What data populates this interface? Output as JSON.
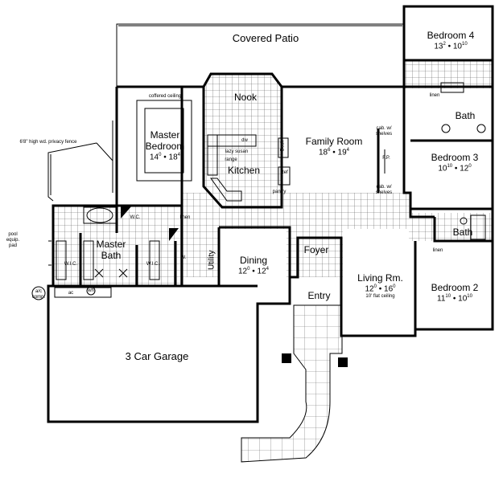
{
  "rooms": {
    "covered_patio": {
      "name": "Covered Patio"
    },
    "bedroom4": {
      "name": "Bedroom 4",
      "w": "13",
      "w_in": "2",
      "l": "10",
      "l_in": "10"
    },
    "nook": {
      "name": "Nook"
    },
    "master_bedroom": {
      "name1": "Master",
      "name2": "Bedroom",
      "w": "14",
      "w_in": "0",
      "l": "18",
      "l_in": "4",
      "note": "coffered ceiling"
    },
    "kitchen": {
      "name": "Kitchen"
    },
    "family_room": {
      "name": "Family Room",
      "w": "18",
      "w_in": "6",
      "l": "19",
      "l_in": "4"
    },
    "bath_upper": {
      "name": "Bath"
    },
    "bedroom3": {
      "name": "Bedroom 3",
      "w": "10",
      "w_in": "10",
      "l": "12",
      "l_in": "0"
    },
    "master_bath": {
      "name1": "Master",
      "name2": "Bath"
    },
    "dining": {
      "name": "Dining",
      "w": "12",
      "w_in": "0",
      "l": "12",
      "l_in": "4"
    },
    "foyer": {
      "name": "Foyer"
    },
    "utility": {
      "name": "Utility"
    },
    "living": {
      "name": "Living Rm.",
      "w": "12",
      "w_in": "0",
      "l": "16",
      "l_in": "0",
      "note": "10' flat ceiling"
    },
    "bath_lower": {
      "name": "Bath"
    },
    "bedroom2": {
      "name": "Bedroom 2",
      "w": "11",
      "w_in": "10",
      "l": "10",
      "l_in": "10"
    },
    "entry": {
      "name": "Entry"
    },
    "garage": {
      "name": "3 Car Garage"
    }
  },
  "notes": {
    "fence": "6'8\" high wd. privacy fence",
    "pool1": "pool",
    "pool2": "equip.",
    "pool3": "pad",
    "lazy_susan": "lazy susan",
    "range": "range",
    "dw": "dw",
    "ref": "Ref",
    "desk": "Desk",
    "pantry": "pantry",
    "cab1a": "cab. w/",
    "cab1b": "shelves",
    "cab2a": "cab. w/",
    "cab2b": "shelves",
    "fp": "F.P.",
    "linen1": "linen",
    "linen2": "linen",
    "linen3": "linen",
    "wic1": "W.I.C.",
    "wic2": "W.I.C.",
    "wc": "W.C.",
    "ac_comp1": "a/c",
    "ac_comp2": "comp.",
    "ac": "ac",
    "wh": "wh",
    "w": "W.",
    "bullet": "•"
  }
}
